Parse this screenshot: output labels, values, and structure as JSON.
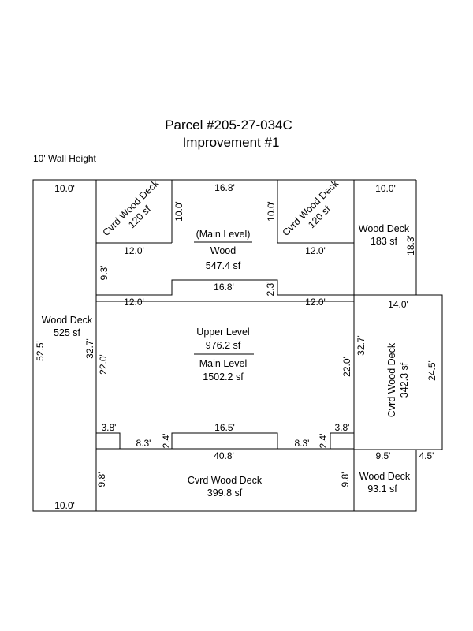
{
  "header": {
    "parcel": "Parcel #205-27-034C",
    "improvement": "Improvement #1",
    "wall_height": "10' Wall Height"
  },
  "areas": {
    "left_deck": {
      "name": "Wood Deck",
      "area": "525 sf"
    },
    "cvrd_deck_nw": {
      "name": "Cvrd Wood Deck",
      "area": "120 sf"
    },
    "cvrd_deck_ne": {
      "name": "Cvrd Wood Deck",
      "area": "120 sf"
    },
    "main_level": {
      "qualifier": "(Main Level)",
      "name": "Wood",
      "area": "547.4 sf"
    },
    "upper_main": {
      "upper": "Upper Level",
      "upper_area": "976.2 sf",
      "main": "Main Level",
      "main_area": "1502.2 sf"
    },
    "right_deck_top": {
      "name": "Wood Deck",
      "area": "183 sf"
    },
    "right_cvrd_deck": {
      "name": "Cvrd Wood Deck",
      "area": "342.3 sf"
    },
    "bottom_cvrd_deck": {
      "name": "Cvrd Wood Deck",
      "area": "399.8 sf"
    },
    "bottom_right_deck": {
      "name": "Wood Deck",
      "area": "93.1 sf"
    }
  },
  "dimensions": {
    "left_top": "10.0'",
    "left_bottom": "10.0'",
    "left_side": "52.5'",
    "cvrd_nw_right": "10.0'",
    "top_mid": "16.8'",
    "cvrd_ne_left": "10.0'",
    "right_top": "10.0'",
    "right_deck_side": "18.3'",
    "nw_bottom": "12.0'",
    "ne_bottom": "12.0'",
    "left_notch": "9.3'",
    "mid_notch_top": "16.8'",
    "mid_notch_side": "2.3'",
    "upper_left_top": "12.0'",
    "upper_right_top": "12.0'",
    "house_left_outer": "32.7'",
    "house_left_inner": "22.0'",
    "house_right_inner": "22.0'",
    "house_right_outer": "32.7'",
    "right_cvrd_top": "14.0'",
    "right_cvrd_side": "24.5'",
    "bot_left_step": "3.8'",
    "bot_left_run": "8.3'",
    "bot_left_rise": "2.4'",
    "bot_mid": "16.5'",
    "bot_right_run": "8.3'",
    "bot_right_rise": "2.4'",
    "bot_right_step": "3.8'",
    "bottom_deck_top": "40.8'",
    "bottom_deck_left": "9.8'",
    "bottom_deck_right": "9.8'",
    "br_deck_top": "9.5'",
    "br_deck_side": "4.5'"
  }
}
